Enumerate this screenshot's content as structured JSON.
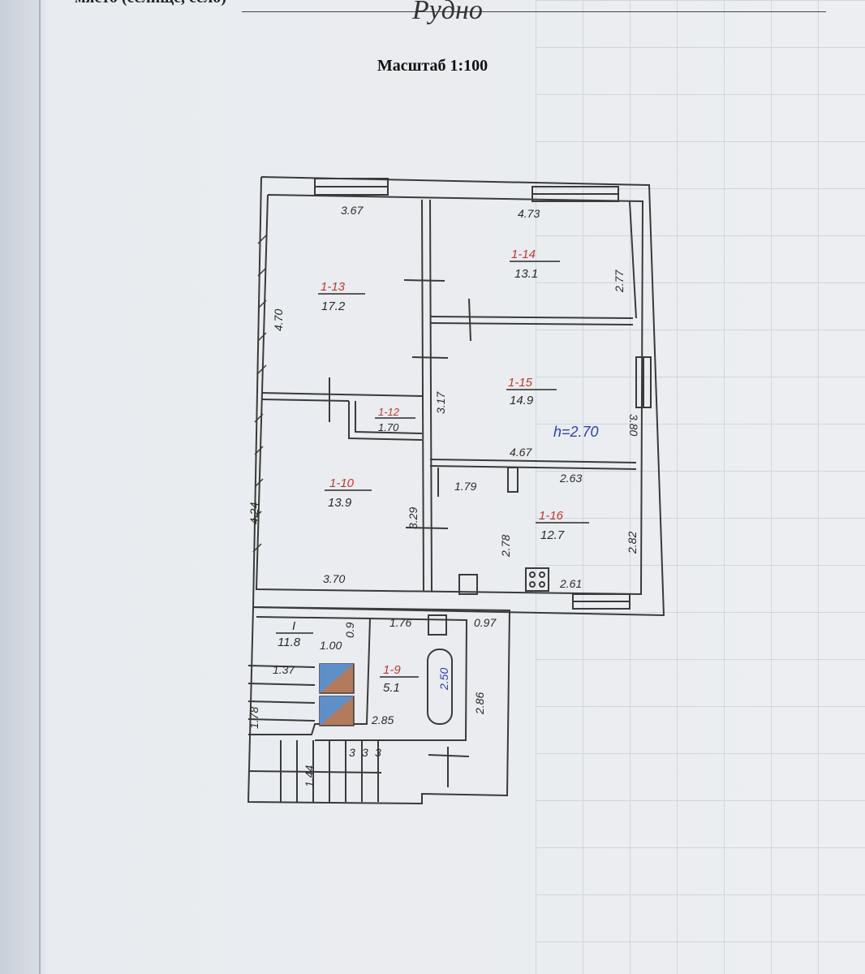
{
  "header": {
    "field_label": "място (селище, село)",
    "place_name": "Рудно"
  },
  "scale": "Масштаб 1:100",
  "ceiling_height": "h=2.70",
  "rooms": [
    {
      "code": "1-13",
      "area": "17.2"
    },
    {
      "code": "1-14",
      "area": "13.1"
    },
    {
      "code": "1-15",
      "area": "14.9"
    },
    {
      "code": "1-12",
      "area": "1.70"
    },
    {
      "code": "1-10",
      "area": "13.9"
    },
    {
      "code": "1-16",
      "area": "12.7"
    },
    {
      "code": "1-9",
      "area": "5.1"
    },
    {
      "code": "I",
      "area": "11.8"
    }
  ],
  "dimensions": [
    "3.67",
    "4.73",
    "4.70",
    "2.77",
    "3.17",
    "3.80",
    "4.67",
    "1.79",
    "2.63",
    "4.24",
    "3.29",
    "2.78",
    "2.82",
    "3.70",
    "2.61",
    "1.76",
    "0.97",
    "0.9",
    "1.00",
    "1.37",
    "2.50",
    "2.86",
    "2.85",
    "1.78",
    "1.44",
    "3",
    "3",
    "3"
  ],
  "colors": {
    "ink": "#3a3a3a",
    "pencil_red": "#c0392b",
    "pen_blue": "#2d3fb0",
    "fill_blue": "#5f8fc7",
    "fill_brown": "#b47a5c"
  }
}
